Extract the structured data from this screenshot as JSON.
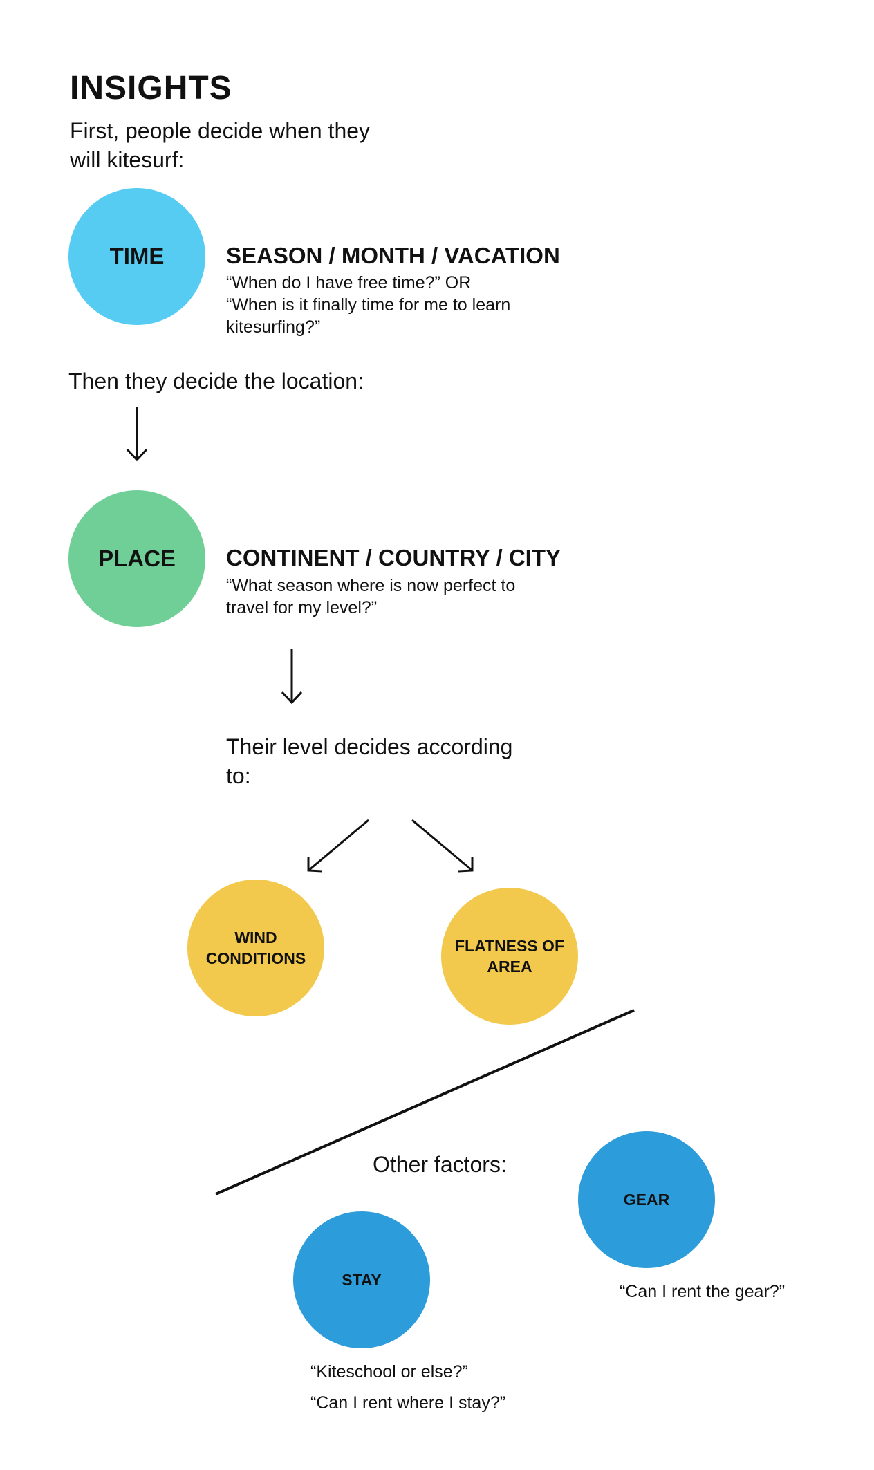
{
  "title": "INSIGHTS",
  "intro": [
    "First, people decide when they",
    "will kitesurf:"
  ],
  "time": {
    "label": "TIME",
    "heading": "SEASON / MONTH / VACATION",
    "quotes": [
      "“When do I have free time?” OR",
      "“When is it finally time for me to learn",
      "kitesurfing?”"
    ],
    "color": "#56CCF2"
  },
  "location_text": "Then they decide the location:",
  "place": {
    "label": "PLACE",
    "heading": "CONTINENT / COUNTRY / CITY",
    "quotes": [
      "“What season where is now perfect to",
      "travel for my level?”"
    ],
    "color": "#6FCF97"
  },
  "level_text": [
    "Their level decides according",
    "to:"
  ],
  "level_factors": [
    {
      "label": [
        "WIND",
        "CONDITIONS"
      ],
      "color": "#F2C94C"
    },
    {
      "label": [
        "FLATNESS OF",
        "AREA"
      ],
      "color": "#F2C94C"
    }
  ],
  "other_factors_text": "Other factors:",
  "gear": {
    "label": "GEAR",
    "quote": "“Can I rent the gear?”",
    "color": "#2D9CDB"
  },
  "stay": {
    "label": "STAY",
    "quotes": [
      "“Kiteschool or else?”",
      "“Can I rent where I stay?”"
    ],
    "color": "#2D9CDB"
  }
}
